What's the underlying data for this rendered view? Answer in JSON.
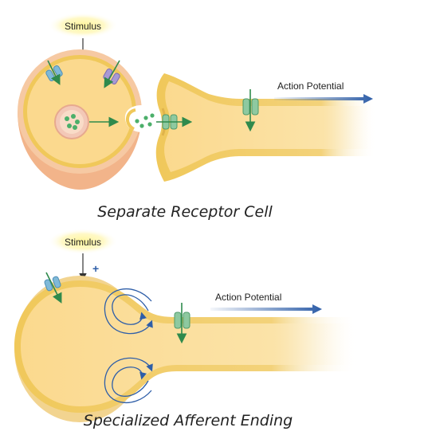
{
  "top_panel": {
    "stimulus_label": "Stimulus",
    "action_potential_label": "Action Potential",
    "caption": "Separate Receptor Cell"
  },
  "bottom_panel": {
    "stimulus_label": "Stimulus",
    "plus_sign": "+",
    "action_potential_label": "Action Potential",
    "caption": "Specialized Afferent Ending"
  },
  "colors": {
    "cell_fill": "#fbd98e",
    "membrane": "#f0c85a",
    "cell_outer": "#f6c9a3",
    "nucleus": "#f3c8b7",
    "vesicle": "#4caf6a",
    "channel_green": "#8ec9a0",
    "channel_blue": "#7fb9d8",
    "channel_purple": "#a899d4",
    "arrow_blue": "#2e5ea8",
    "stim_glow": "#fff7a8"
  }
}
